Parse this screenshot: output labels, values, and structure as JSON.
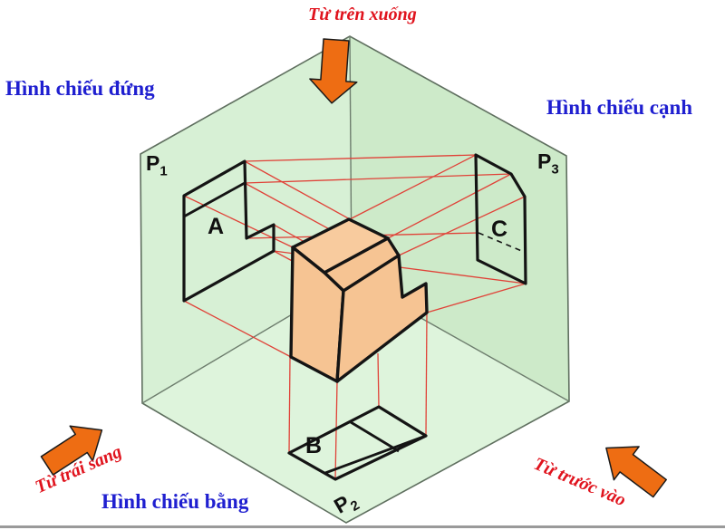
{
  "labels": {
    "top_arrow_label": "Từ trên xuống",
    "front_view_label": "Hình chiếu đứng",
    "side_view_label": "Hình chiếu cạnh",
    "top_view_label": "Hình chiếu bằng",
    "left_arrow_label": "Từ trái sang",
    "front_arrow_label": "Từ trước vào",
    "plane1_base": "P",
    "plane1_sub": "1",
    "plane2_base": "P",
    "plane2_sub": "2",
    "plane3_base": "P",
    "plane3_sub": "3",
    "view_a": "A",
    "view_b": "B",
    "view_c": "C"
  },
  "colors": {
    "plane_p1_fill": "#d7f0d5",
    "plane_p3_fill": "#cdeac9",
    "plane_p2_fill": "#def4dc",
    "plane_edge": "#5f6f5f",
    "fold_line": "#6d7d6d",
    "object_fill": "#f6c493",
    "object_fill_top": "#f8cb9e",
    "outline_black": "#141414",
    "projection_red": "#e04238",
    "label_blue": "#1f1fd0",
    "label_red": "#e0131d",
    "arrow_orange": "#ee6d13"
  }
}
